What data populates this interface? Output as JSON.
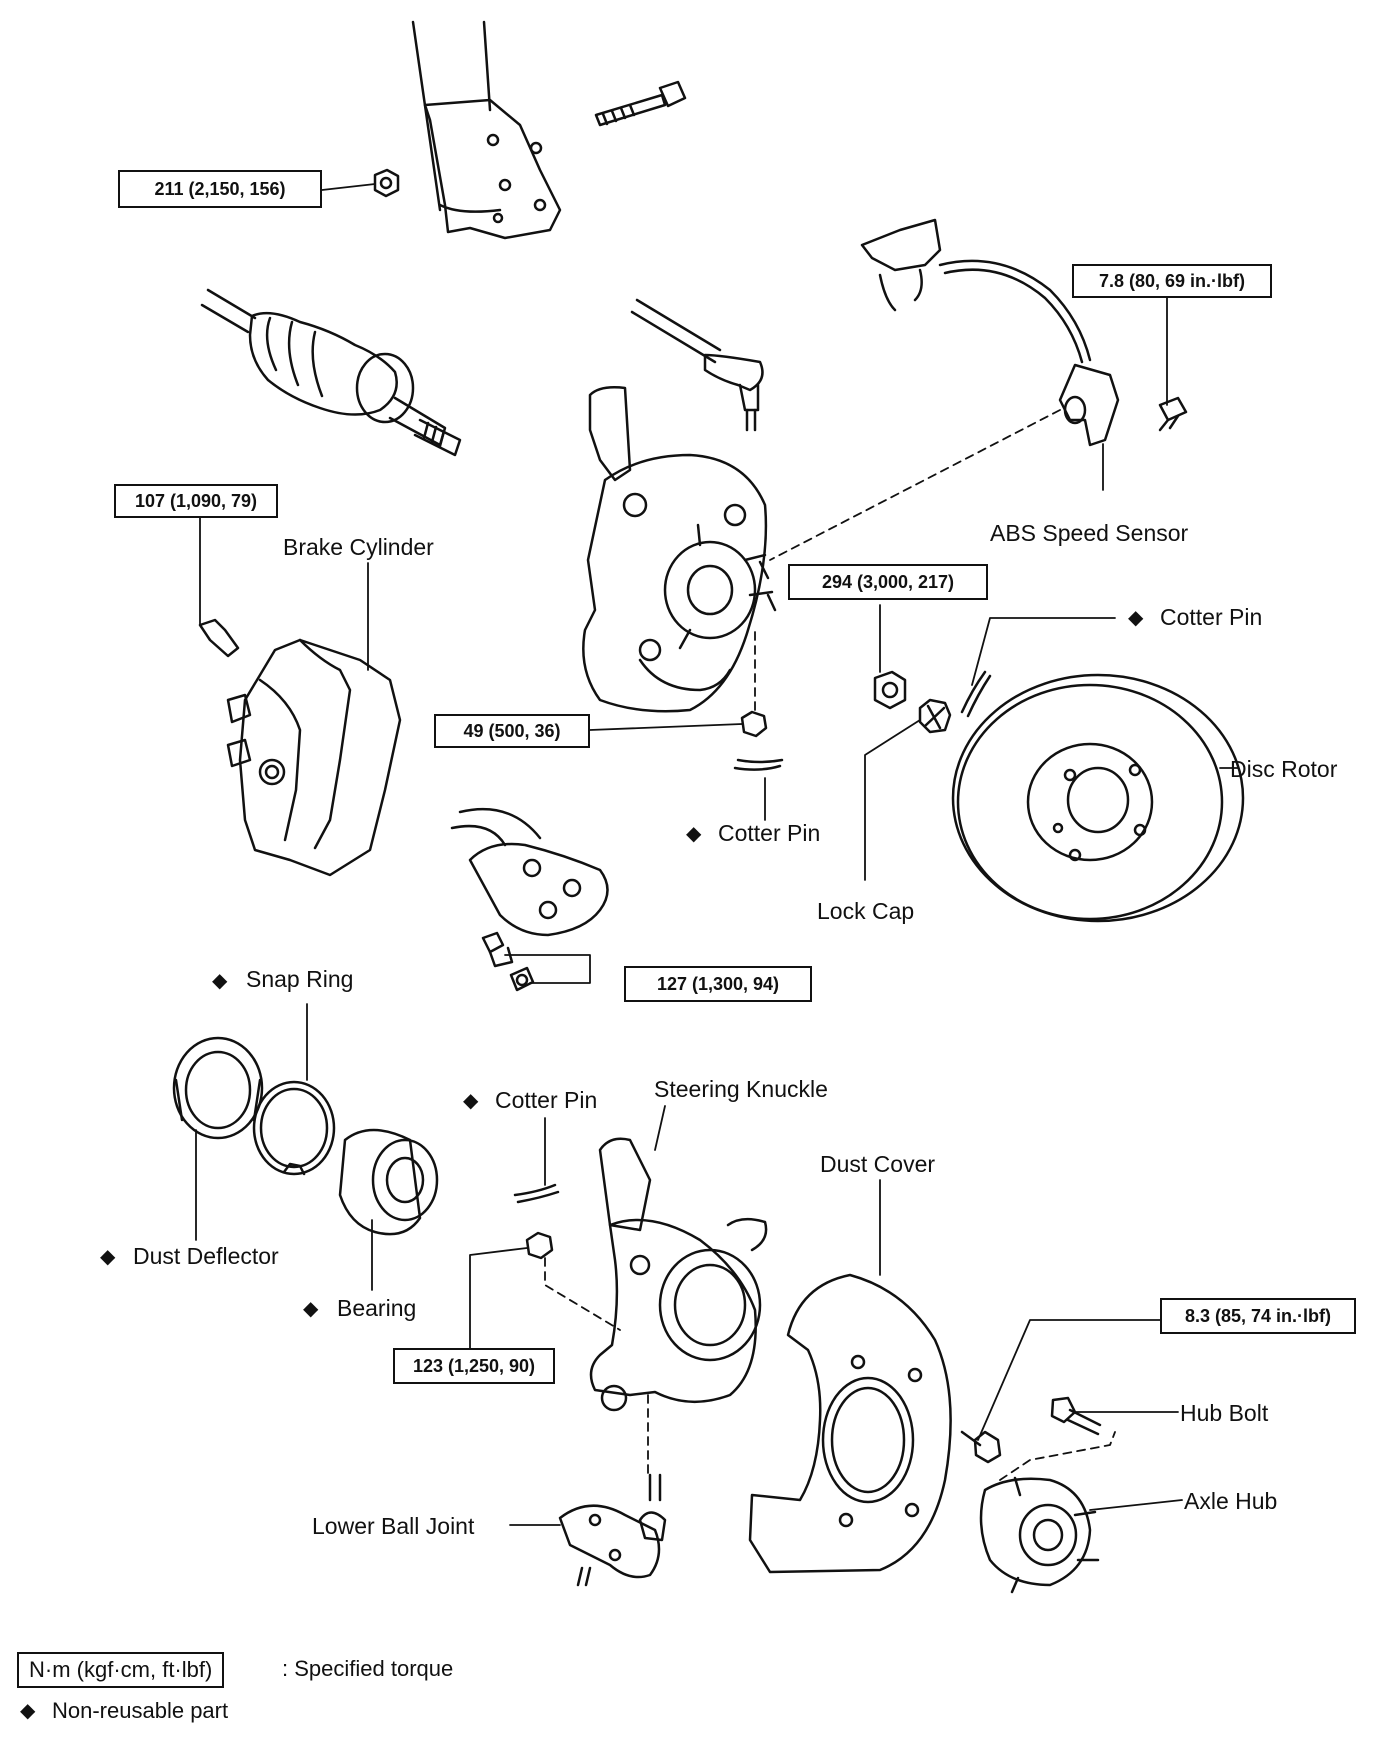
{
  "labels": {
    "brake_cylinder": "Brake Cylinder",
    "abs_speed_sensor": "ABS Speed Sensor",
    "cotter_pin_rotor": "Cotter Pin",
    "disc_rotor": "Disc Rotor",
    "cotter_pin_mid": "Cotter Pin",
    "lock_cap": "Lock Cap",
    "snap_ring": "Snap Ring",
    "cotter_pin_lower": "Cotter Pin",
    "steering_knuckle": "Steering Knuckle",
    "dust_cover": "Dust Cover",
    "dust_deflector": "Dust Deflector",
    "bearing": "Bearing",
    "hub_bolt": "Hub Bolt",
    "axle_hub": "Axle Hub",
    "lower_ball_joint": "Lower Ball Joint"
  },
  "torques": {
    "strut_bolt": "211 (2,150, 156)",
    "abs_sensor_bolt": "7.8 (80, 69 in.·lbf)",
    "caliper_bolt": "107 (1,090, 79)",
    "hub_nut": "294 (3,000, 217)",
    "tie_rod_nut": "49 (500, 36)",
    "lower_arm_nut": "127 (1,300, 94)",
    "ball_joint_nut": "123 (1,250, 90)",
    "dust_cover_bolt": "8.3 (85, 74 in.·lbf)"
  },
  "legend": {
    "torque_unit": "N·m (kgf·cm, ft·lbf)",
    "torque_desc": ": Specified torque",
    "non_reusable": "Non-reusable part"
  },
  "marker": "◆"
}
